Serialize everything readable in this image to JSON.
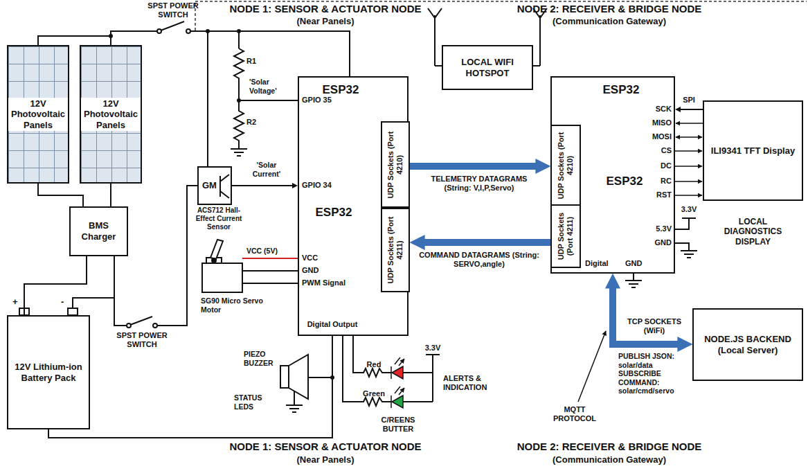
{
  "diagram": {
    "nodes": [
      {
        "text": [
          "12V Photovoltaic Panels"
        ]
      },
      {
        "text": [
          "12V Photovoltaic Panels"
        ]
      },
      {
        "text": [
          "BMS Charger"
        ]
      },
      {
        "text": [
          "12V Lithium-ion Battery Pack"
        ]
      },
      {
        "text": [
          "ESP32",
          "ESP32"
        ]
      },
      {
        "text": [
          "UDP Sockets (Port 4210)"
        ],
        "in": 4
      },
      {
        "text": [
          "UDP Sockets (Port 4211)"
        ],
        "in": 4
      },
      {
        "text": [
          "LOCAL WIFI HOTSPOT"
        ]
      },
      {
        "text": [
          "ESP32",
          "ESP32"
        ]
      },
      {
        "text": [
          "UDP Sockets (Port 4210)"
        ],
        "in": 8
      },
      {
        "text": [
          "UDP Sockets (Port 4211)"
        ],
        "in": 8
      },
      {
        "text": [
          "ILI9341 TFT Display",
          "LOCAL DIAGNOSTICS DISPLAY"
        ]
      },
      {
        "text": [
          "NODE.JS BACKEND (Local Server)"
        ]
      },
      {
        "text": [
          "GM",
          "ACS712 Hall-Effect Current Sensor"
        ]
      }
    ],
    "edges": [
      {
        "from": 5,
        "to": 9,
        "arrow": "to",
        "label": "TELEMETRY DATAGRAMS (String: V,I,P,Servo)"
      },
      {
        "from": 10,
        "to": 6,
        "arrow": "to",
        "label": "COMMAND DATAGRAMS (String: SERVO,angle)"
      },
      {
        "from": 8,
        "to": 12,
        "arrow": "both",
        "label": "TCP SOCKETS (WiFi)"
      },
      {
        "from": 11,
        "to": 8,
        "arrow": "to",
        "label": "SPI"
      },
      {
        "from": 13,
        "to": 4,
        "arrow": "to",
        "label": "'Solar Current'"
      },
      {
        "from": 0,
        "to": 2,
        "arrow": "none"
      },
      {
        "from": 1,
        "to": 2,
        "arrow": "none"
      },
      {
        "from": 2,
        "to": 3,
        "arrow": "none"
      }
    ],
    "labels": [
      "NODE 1: SENSOR & ACTUATOR NODE",
      "(Near Panels)",
      "NODE 2: RECEIVER & BRIDGE NODE",
      "(Communication Gateway)",
      "SPST POWER SWITCH",
      "R1",
      "R2",
      "'Solar Voltage'",
      "GPIO 35",
      "GPIO 34",
      "VCC (5V)",
      "VCC",
      "GND",
      "PWM Signal",
      "SG90 Micro Servo Motor",
      "Digital Output",
      "PIEZO BUZZER",
      "STATUS LEDS",
      "Red",
      "3.3V",
      "Green",
      "ALERTS & INDICATION",
      "C/REENS BUTTER",
      "+",
      "-",
      "SCK",
      "MISO",
      "MOSI",
      "CS",
      "DC",
      "RC",
      "RST",
      "3.3V",
      "5.3V",
      "GND",
      "Digital",
      "GND",
      "MQTT PROTOCOL",
      "PUBLISH JSON: solar/data SUBSCRIBE COMMAND: solar/cmd/servo",
      "NODE 1: SENSOR & ACTUATOR NODE",
      "(Near Panels)",
      "NODE 2: RECEIVER & BRIDGE NODE",
      "(Communication Gateway)",
      "SPST POWER SWITCH"
    ]
  }
}
